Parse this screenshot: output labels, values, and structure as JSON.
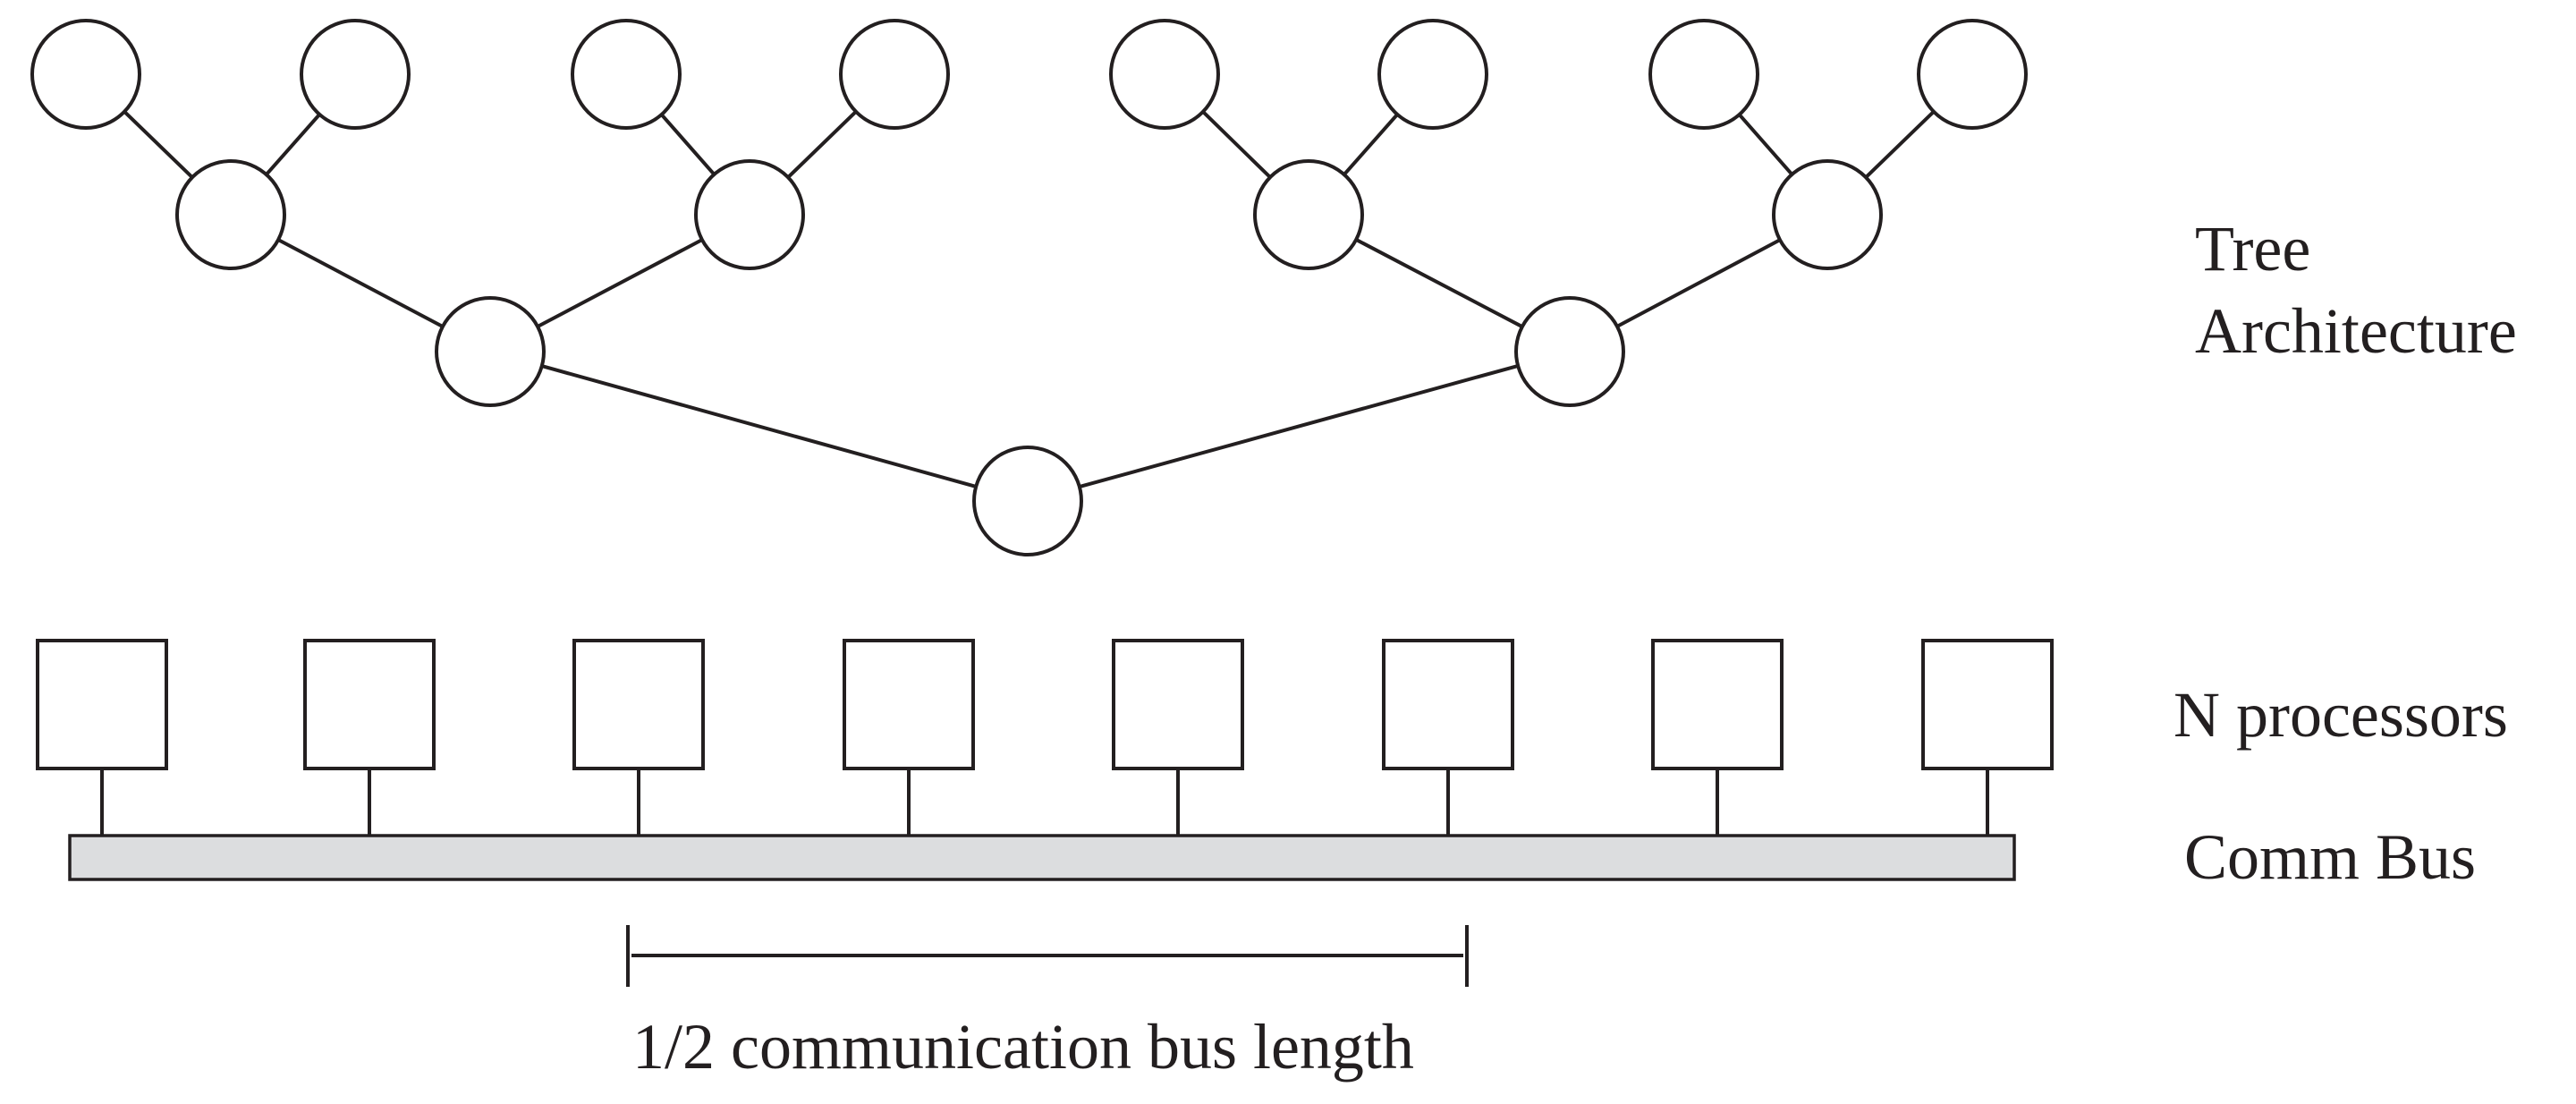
{
  "labels": {
    "tree_line1": "Tree",
    "tree_line2": "Architecture",
    "processors": "N processors",
    "comm_bus": "Comm Bus",
    "bus_length": "1/2 communication bus length"
  },
  "structure": {
    "tree_depth": 4,
    "leaf_nodes": 8,
    "processors": 8
  },
  "colors": {
    "stroke": "#231f20",
    "bus_fill": "#dcdddf",
    "background": "#ffffff"
  }
}
